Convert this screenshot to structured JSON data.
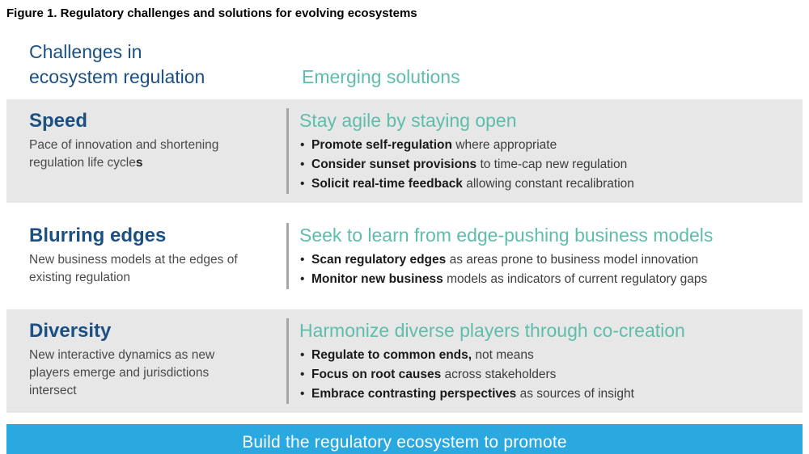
{
  "figure_title": "Figure 1. Regulatory challenges and solutions for evolving ecosystems",
  "columns": {
    "challenges_header_line1": "Challenges in",
    "challenges_header_line2": "ecosystem regulation",
    "solutions_header": "Emerging solutions"
  },
  "rows": [
    {
      "challenge": {
        "title": "Speed",
        "description": "Pace of innovation and shortening regulation life cycle",
        "description_bold_suffix": "s"
      },
      "solution": {
        "heading": "Stay agile by staying open",
        "bullets": [
          {
            "lead": "Promote self-regulation",
            "rest": " where appropriate"
          },
          {
            "lead": "Consider sunset provisions",
            "rest": " to time-cap new regulation"
          },
          {
            "lead": "Solicit real-time feedback",
            "rest": " allowing constant recalibration"
          }
        ]
      }
    },
    {
      "challenge": {
        "title": "Blurring edges",
        "description": "New business models at the edges of existing regulation",
        "description_bold_suffix": ""
      },
      "solution": {
        "heading": "Seek to learn from edge-pushing business models",
        "bullets": [
          {
            "lead": "Scan regulatory edges",
            "rest": " as areas prone to business model innovation"
          },
          {
            "lead": "Monitor new business",
            "rest": " models as indicators of current regulatory gaps"
          }
        ]
      }
    },
    {
      "challenge": {
        "title": "Diversity",
        "description": "New interactive dynamics as new players emerge and jurisdictions intersect",
        "description_bold_suffix": ""
      },
      "solution": {
        "heading": "Harmonize diverse players through co-creation",
        "bullets": [
          {
            "lead": "Regulate to common ends,",
            "rest": " not means"
          },
          {
            "lead": "Focus on root causes",
            "rest": " across stakeholders"
          },
          {
            "lead": "Embrace contrasting perspectives",
            "rest": " as sources of insight"
          }
        ]
      }
    }
  ],
  "banner": {
    "text": "Build the regulatory ecosystem to promote"
  },
  "colors": {
    "challenge_blue": "#1c4f82",
    "solution_teal": "#5fbdac",
    "banner_blue": "#29a9e0",
    "row_gray": "#e7e7e7",
    "divider_gray": "#a6a6a6"
  }
}
